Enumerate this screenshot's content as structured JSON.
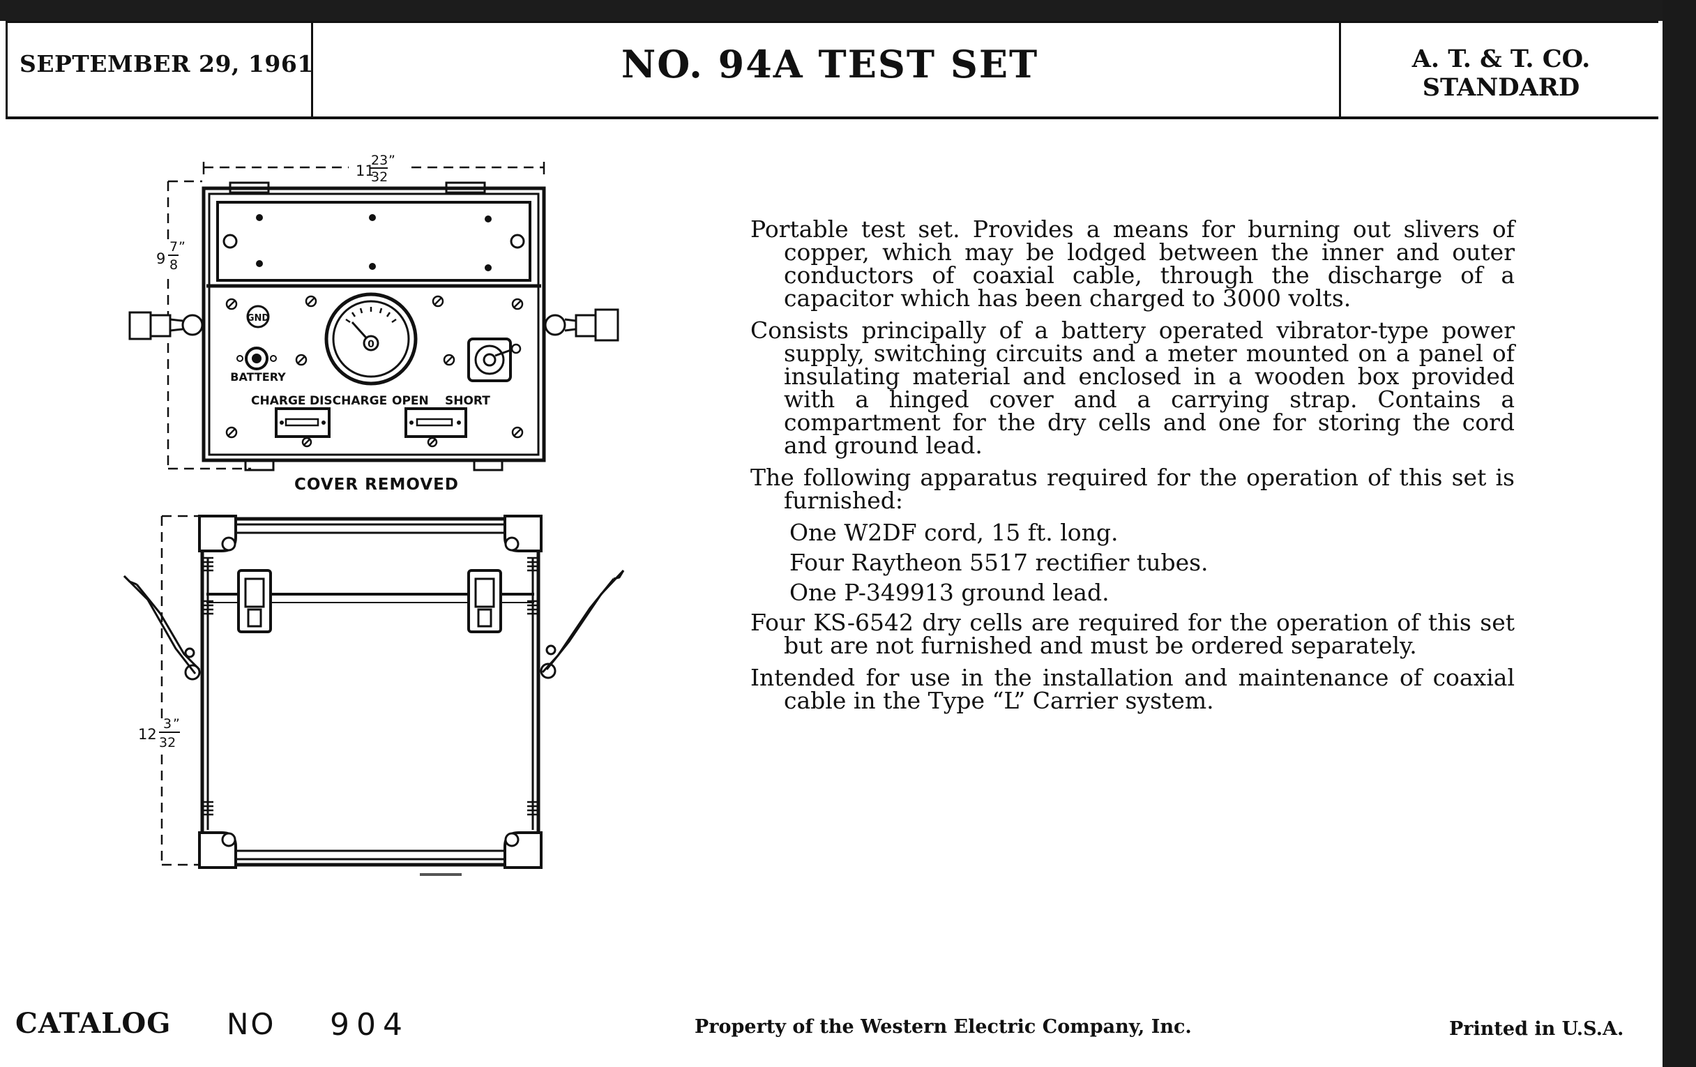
{
  "header": {
    "date": "SEPTEMBER 29, 1961",
    "title": "NO. 94A TEST SET",
    "standard_line1": "A. T. & T. CO.",
    "standard_line2": "STANDARD"
  },
  "description": {
    "para1": "Portable test set. Provides a means for burning out slivers of copper, which may be lodged between the inner and outer conductors of coaxial cable, through the discharge of a capacitor which has been charged to 3000 volts.",
    "para2": "Consists principally of a battery operated vibrator-type power supply, switching circuits and a meter mounted on a panel of insulating material and enclosed in a wooden box provided with a hinged cover and a carrying strap. Contains a compartment for the dry cells and one for storing the cord and ground lead.",
    "para3": "The following apparatus required for the operation of this set is furnished:",
    "items": [
      "One W2DF cord, 15 ft. long.",
      "Four Raytheon 5517 rectifier tubes.",
      "One P-349913 ground lead."
    ],
    "para4": "Four KS-6542 dry cells are required for the operation of this set but are not furnished and must be ordered separately.",
    "para5": "Intended for use in the installation and maintenance of coaxial cable in the Type “L” Carrier system."
  },
  "drawing": {
    "width_whole": "11",
    "width_num": "23",
    "width_den": "32",
    "width_mark": "”",
    "height_top_whole": "9",
    "height_top_num": "7",
    "height_top_den": "8",
    "height_top_mark": "”",
    "height_bottom_whole": "12",
    "height_bottom_num": "3",
    "height_bottom_den": "32",
    "height_bottom_mark": "”",
    "gnd_label": "GND",
    "battery_label": "BATTERY",
    "meter_label": "0",
    "switch_labels": [
      "CHARGE",
      "DISCHARGE",
      "OPEN",
      "SHORT"
    ],
    "cover_removed_label": "COVER REMOVED"
  },
  "footer": {
    "catalog": "CATALOG",
    "no": "NO",
    "number": "904",
    "property": "Property of the Western Electric Company, Inc.",
    "printed": "Printed in U.S.A."
  }
}
